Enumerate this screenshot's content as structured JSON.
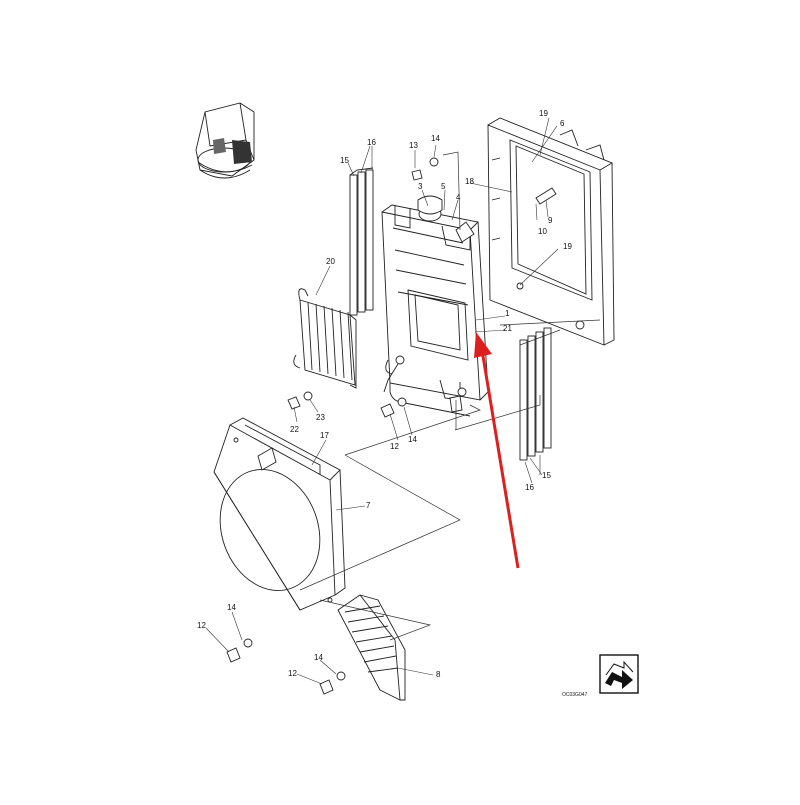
{
  "diagram": {
    "drawing_code": "OC03G047",
    "callouts": [
      "1",
      "3",
      "4",
      "5",
      "6",
      "7",
      "8",
      "9",
      "10",
      "12",
      "12",
      "12",
      "12",
      "13",
      "14",
      "14",
      "14",
      "14",
      "14",
      "15",
      "15",
      "16",
      "16",
      "17",
      "18",
      "19",
      "19",
      "20",
      "21",
      "22",
      "23"
    ],
    "accent_color": "#dd1f1f",
    "icons": [
      "machine-thumbnail-icon",
      "next-page-arrow-icon",
      "pointer-arrow-icon"
    ]
  }
}
